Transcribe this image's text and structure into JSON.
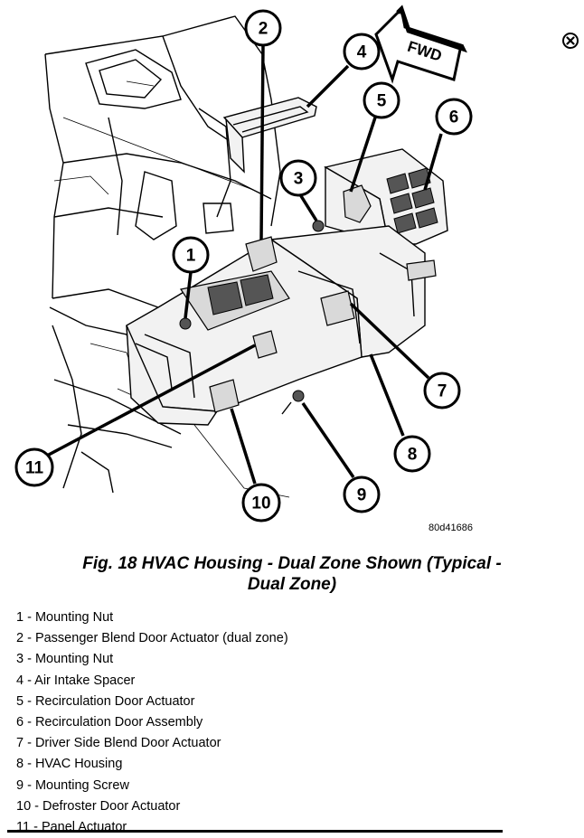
{
  "figure": {
    "code": "80d41686",
    "direction_label": "FWD",
    "callouts": [
      "1",
      "2",
      "3",
      "4",
      "5",
      "6",
      "7",
      "8",
      "9",
      "10",
      "11"
    ]
  },
  "caption": {
    "line1": "Fig. 18 HVAC Housing - Dual Zone Shown (Typical -",
    "line2": "Dual Zone)"
  },
  "legend": [
    "1 - Mounting Nut",
    "2 - Passenger Blend Door Actuator (dual zone)",
    "3 - Mounting Nut",
    "4 - Air Intake Spacer",
    "5 - Recirculation Door Actuator",
    "6 - Recirculation Door Assembly",
    "7 - Driver Side Blend Door Actuator",
    "8 - HVAC Housing",
    "9 - Mounting Screw",
    "10 - Defroster Door Actuator",
    "11 - Panel Actuator"
  ],
  "close_icon": "close-circle-icon"
}
